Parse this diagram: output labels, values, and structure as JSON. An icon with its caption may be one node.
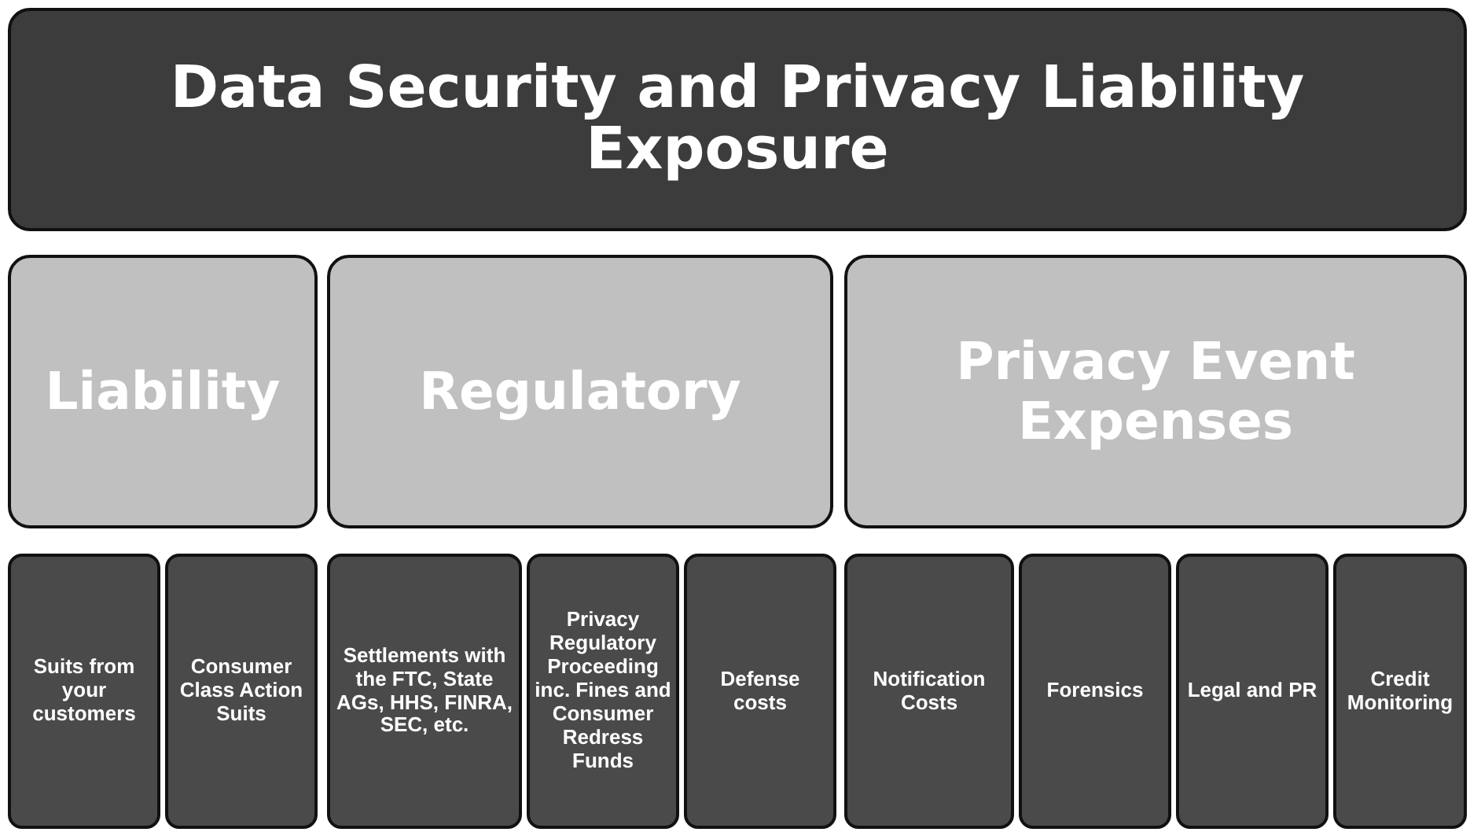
{
  "diagram": {
    "nodes": [
      {
        "text": [
          "Data Security and Privacy Liability Exposure"
        ]
      },
      {
        "text": [
          "Liability"
        ]
      },
      {
        "text": [
          "Regulatory"
        ]
      },
      {
        "text": [
          "Privacy Event Expenses"
        ]
      },
      {
        "text": [
          "Suits from your customers"
        ]
      },
      {
        "text": [
          "Consumer Class Action Suits"
        ]
      },
      {
        "text": [
          "Settlements with the FTC, State AGs, HHS, FINRA, SEC, etc."
        ]
      },
      {
        "text": [
          "Privacy Regulatory Proceeding inc. Fines and Consumer Redress Funds"
        ]
      },
      {
        "text": [
          "Defense costs"
        ]
      },
      {
        "text": [
          "Notification Costs"
        ]
      },
      {
        "text": [
          "Forensics"
        ]
      },
      {
        "text": [
          "Legal and PR"
        ]
      },
      {
        "text": [
          "Credit Monitoring"
        ]
      }
    ]
  }
}
